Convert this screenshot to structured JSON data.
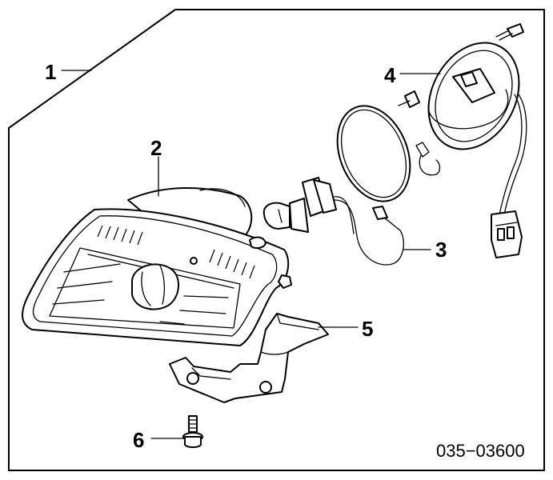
{
  "callouts": [
    {
      "id": "1",
      "label": "1"
    },
    {
      "id": "2",
      "label": "2"
    },
    {
      "id": "3",
      "label": "3"
    },
    {
      "id": "4",
      "label": "4"
    },
    {
      "id": "5",
      "label": "5"
    },
    {
      "id": "6",
      "label": "6"
    }
  ],
  "diagram_code": "035−03600"
}
